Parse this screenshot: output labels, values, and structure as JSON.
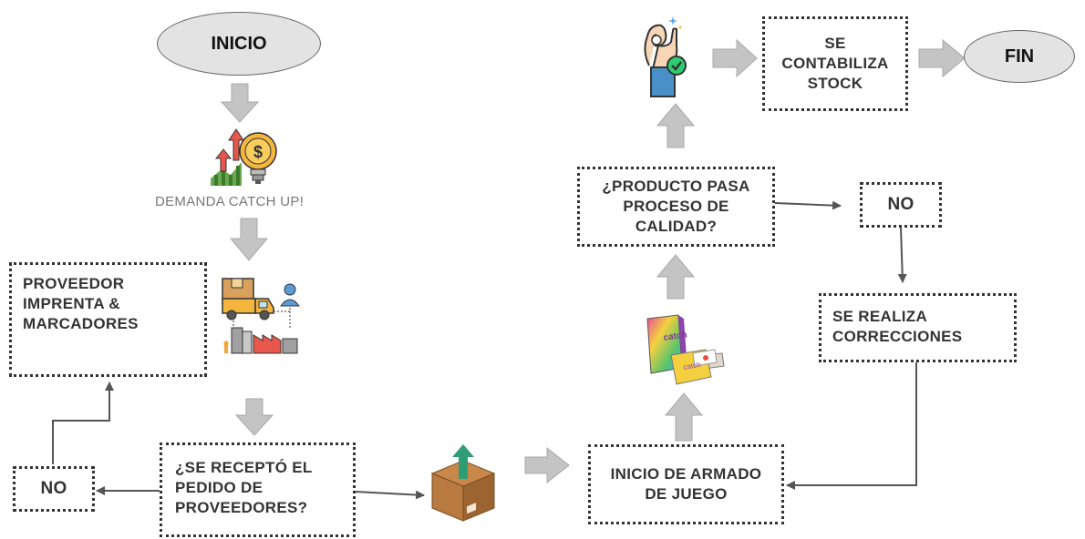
{
  "nodes": {
    "inicio": "INICIO",
    "fin": "FIN",
    "demanda": "DEMANDA CATCH UP!",
    "proveedor": "PROVEEDOR\nIMPRENTA &\nMARCADORES",
    "recepto": "¿SE RECEPTÓ EL\nPEDIDO DE\nPROVEEDORES?",
    "no_left": "NO",
    "armado": "INICIO DE ARMADO\nDE JUEGO",
    "calidad": "¿PRODUCTO PASA\nPROCESO DE\nCALIDAD?",
    "no_right": "NO",
    "correcciones": "SE REALIZA\nCORRECCIONES",
    "contabiliza": "SE\nCONTABILIZA\nSTOCK"
  },
  "colors": {
    "oval_fill": "#e3e3e3",
    "block_arrow": "#c4c4c4",
    "line_arrow": "#555555",
    "box_border": "#333333"
  },
  "icons": [
    "demand-chart-icon",
    "supplier-truck-factory-icon",
    "delivered-box-icon",
    "card-game-icon",
    "ok-hand-check-icon"
  ]
}
